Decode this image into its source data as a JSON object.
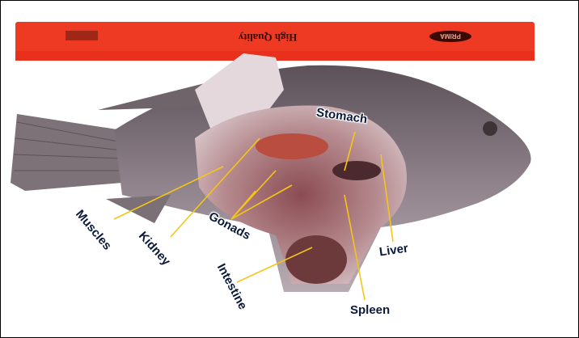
{
  "photo": {
    "ruler_text": "High Quality",
    "ruler_brand": "PRIMA",
    "colors": {
      "ruler": "#ee3a22",
      "arrow": "#f5c518",
      "label": "#0b1a3a"
    }
  },
  "labels": {
    "stomach": "Stomach",
    "muscles": "Muscles",
    "kidney": "Kidney",
    "gonads": "Gonads",
    "liver": "Liver",
    "intestine": "Intestine",
    "spleen": "Spleen"
  }
}
